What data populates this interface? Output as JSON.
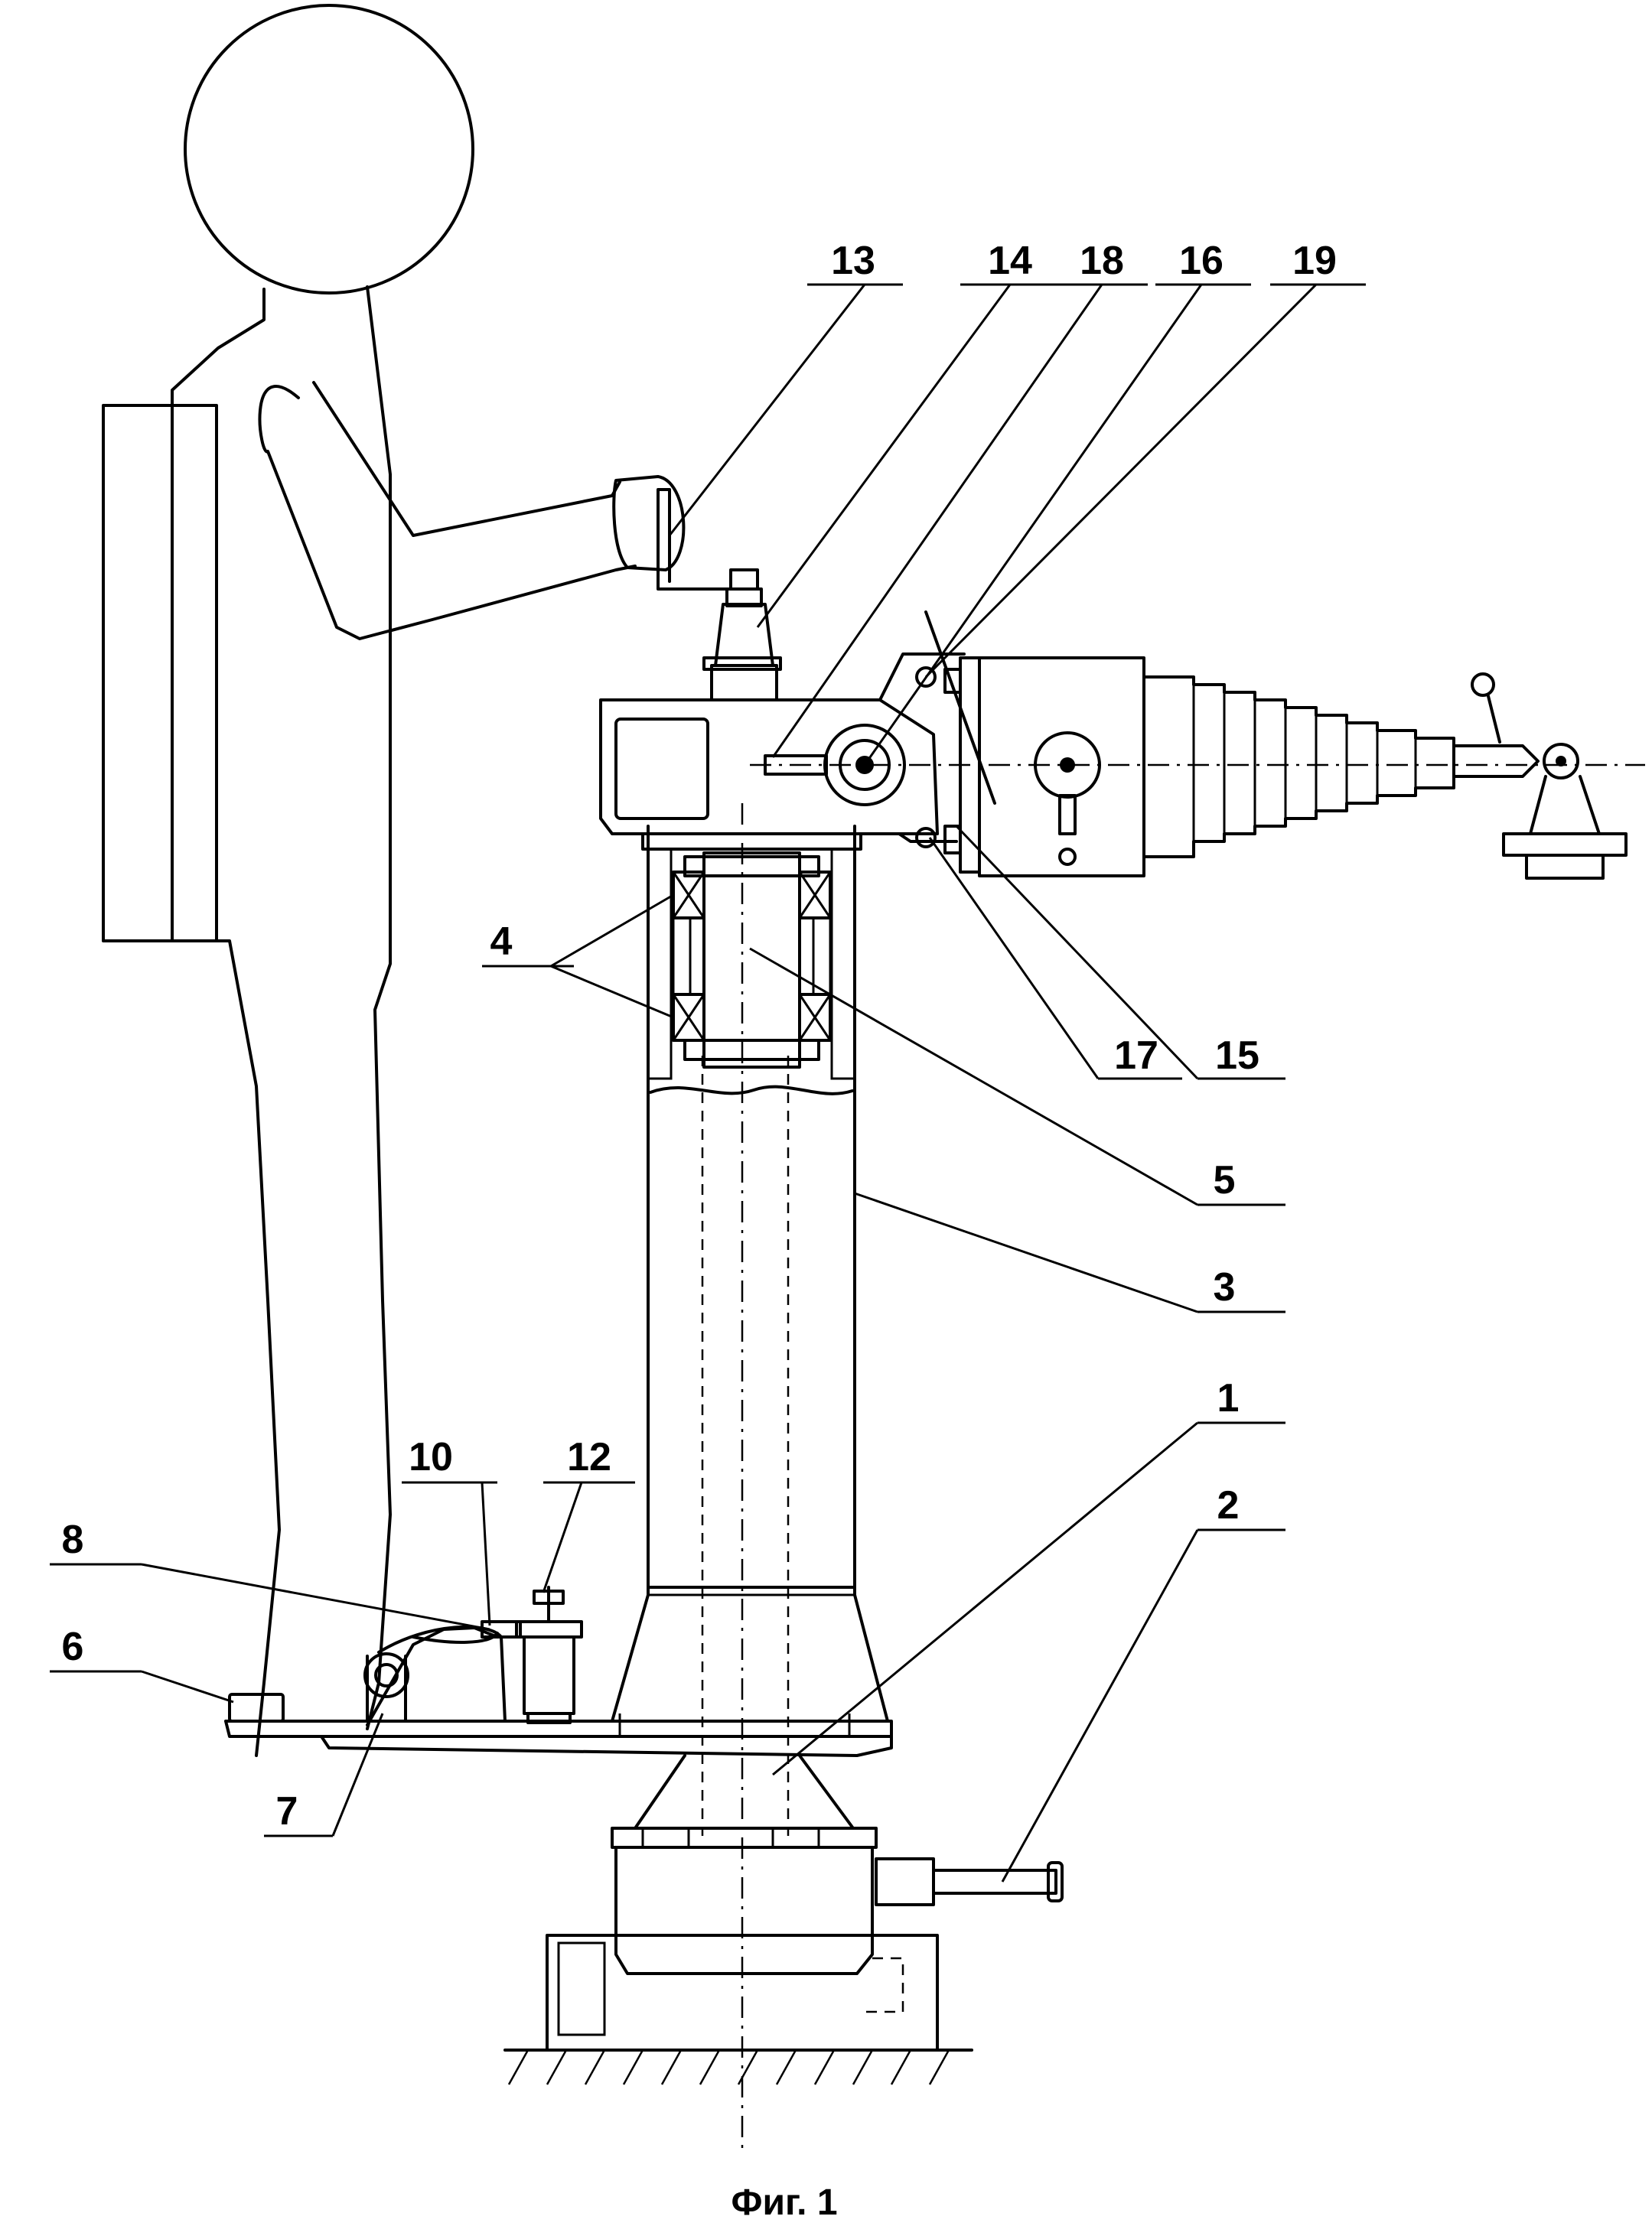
{
  "caption": "Фиг. 1",
  "callouts": {
    "c1": "1",
    "c2": "2",
    "c3": "3",
    "c4": "4",
    "c5": "5",
    "c6": "6",
    "c7": "7",
    "c8": "8",
    "c10": "10",
    "c12": "12",
    "c13": "13",
    "c14": "14",
    "c15": "15",
    "c16": "16",
    "c17": "17",
    "c18": "18",
    "c19": "19"
  }
}
